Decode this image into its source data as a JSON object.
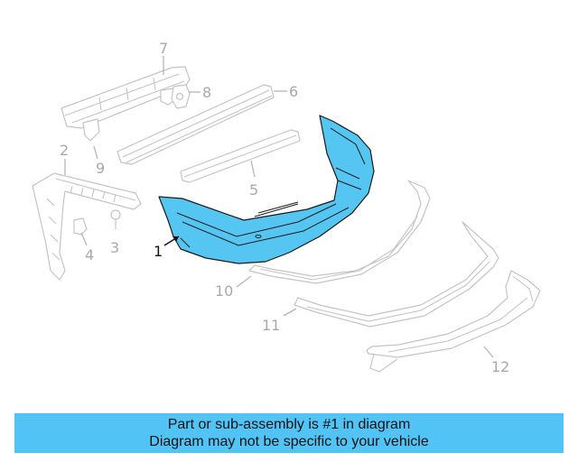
{
  "callouts": {
    "c1": "1",
    "c2": "2",
    "c3": "3",
    "c4": "4",
    "c5": "5",
    "c6": "6",
    "c7": "7",
    "c8": "8",
    "c9": "9",
    "c10": "10",
    "c11": "11",
    "c12": "12"
  },
  "banner": {
    "line1": "Part or sub-assembly is #1 in diagram",
    "line2": "Diagram may not be specific to your vehicle"
  },
  "colors": {
    "highlight": "#55c6f2",
    "banner_bg": "#52c3f5",
    "ghost_stroke": "#c4c4c4"
  }
}
